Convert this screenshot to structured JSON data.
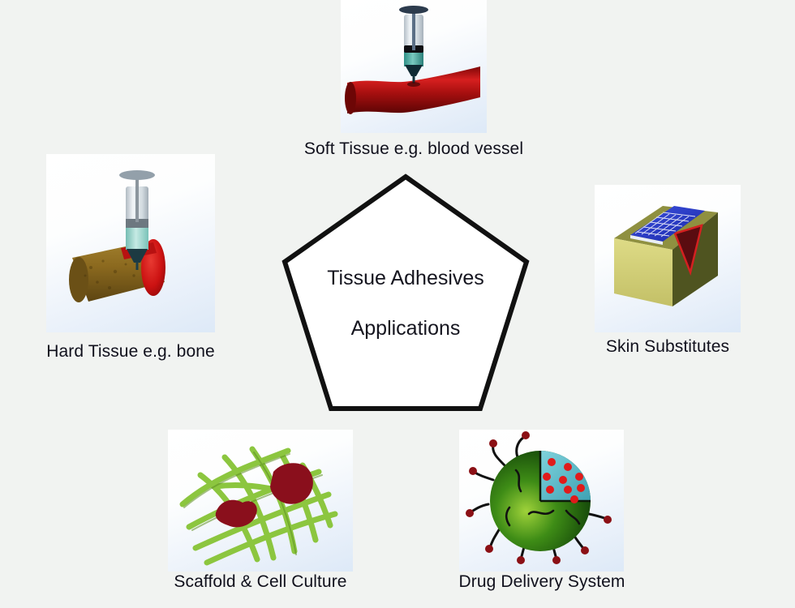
{
  "figure": {
    "center_label_line1": "Tissue Adhesives",
    "center_label_line2": "Applications",
    "background_color": "#f1f3f1",
    "center_shape": "pentagon",
    "center_outline_color": "#111111",
    "center_fill_color": "#ffffff"
  },
  "panels": [
    {
      "id": "soft-tissue",
      "caption": "Soft Tissue e.g. blood vessel",
      "illustration": "syringe-dispensing-onto-red-blood-vessel",
      "colors": {
        "vessel": "#b31212",
        "syringe_body": "#c9d3da",
        "syringe_plunger": "#2b3a4a",
        "adhesive": "#5fb7ac"
      }
    },
    {
      "id": "hard-tissue",
      "caption": "Hard Tissue e.g. bone",
      "illustration": "syringe-dispensing-onto-bone-cylinder",
      "colors": {
        "bone": "#8a6a23",
        "bone_cut_face": "#cc1111",
        "syringe_body": "#c9d3da",
        "adhesive": "#9fd9d2"
      }
    },
    {
      "id": "skin-substitutes",
      "caption": "Skin Substitutes",
      "illustration": "skin-block-with-blue-mesh-patch-over-wound",
      "colors": {
        "skin_top": "#8b8c3a",
        "skin_front": "#d4d279",
        "skin_side": "#4f5420",
        "mesh": "#2b3fd4",
        "wound": "#5e0d10"
      }
    },
    {
      "id": "scaffold-cell-culture",
      "caption": "Scaffold & Cell Culture",
      "illustration": "green-fiber-mesh-with-dark-red-cells",
      "colors": {
        "fiber": "#8cc63f",
        "fiber_dark": "#5e9022",
        "cell": "#8a0f1c"
      }
    },
    {
      "id": "drug-delivery",
      "caption": "Drug Delivery System",
      "illustration": "green-nanoparticle-cutaway-with-red-drug-molecules-and-tethers",
      "colors": {
        "particle": "#1e6b12",
        "particle_highlight": "#7cc242",
        "cutaway": "#58b6c2",
        "drug": "#e01b1b",
        "tether": "#111111",
        "tether_tip": "#8b1015"
      }
    }
  ]
}
